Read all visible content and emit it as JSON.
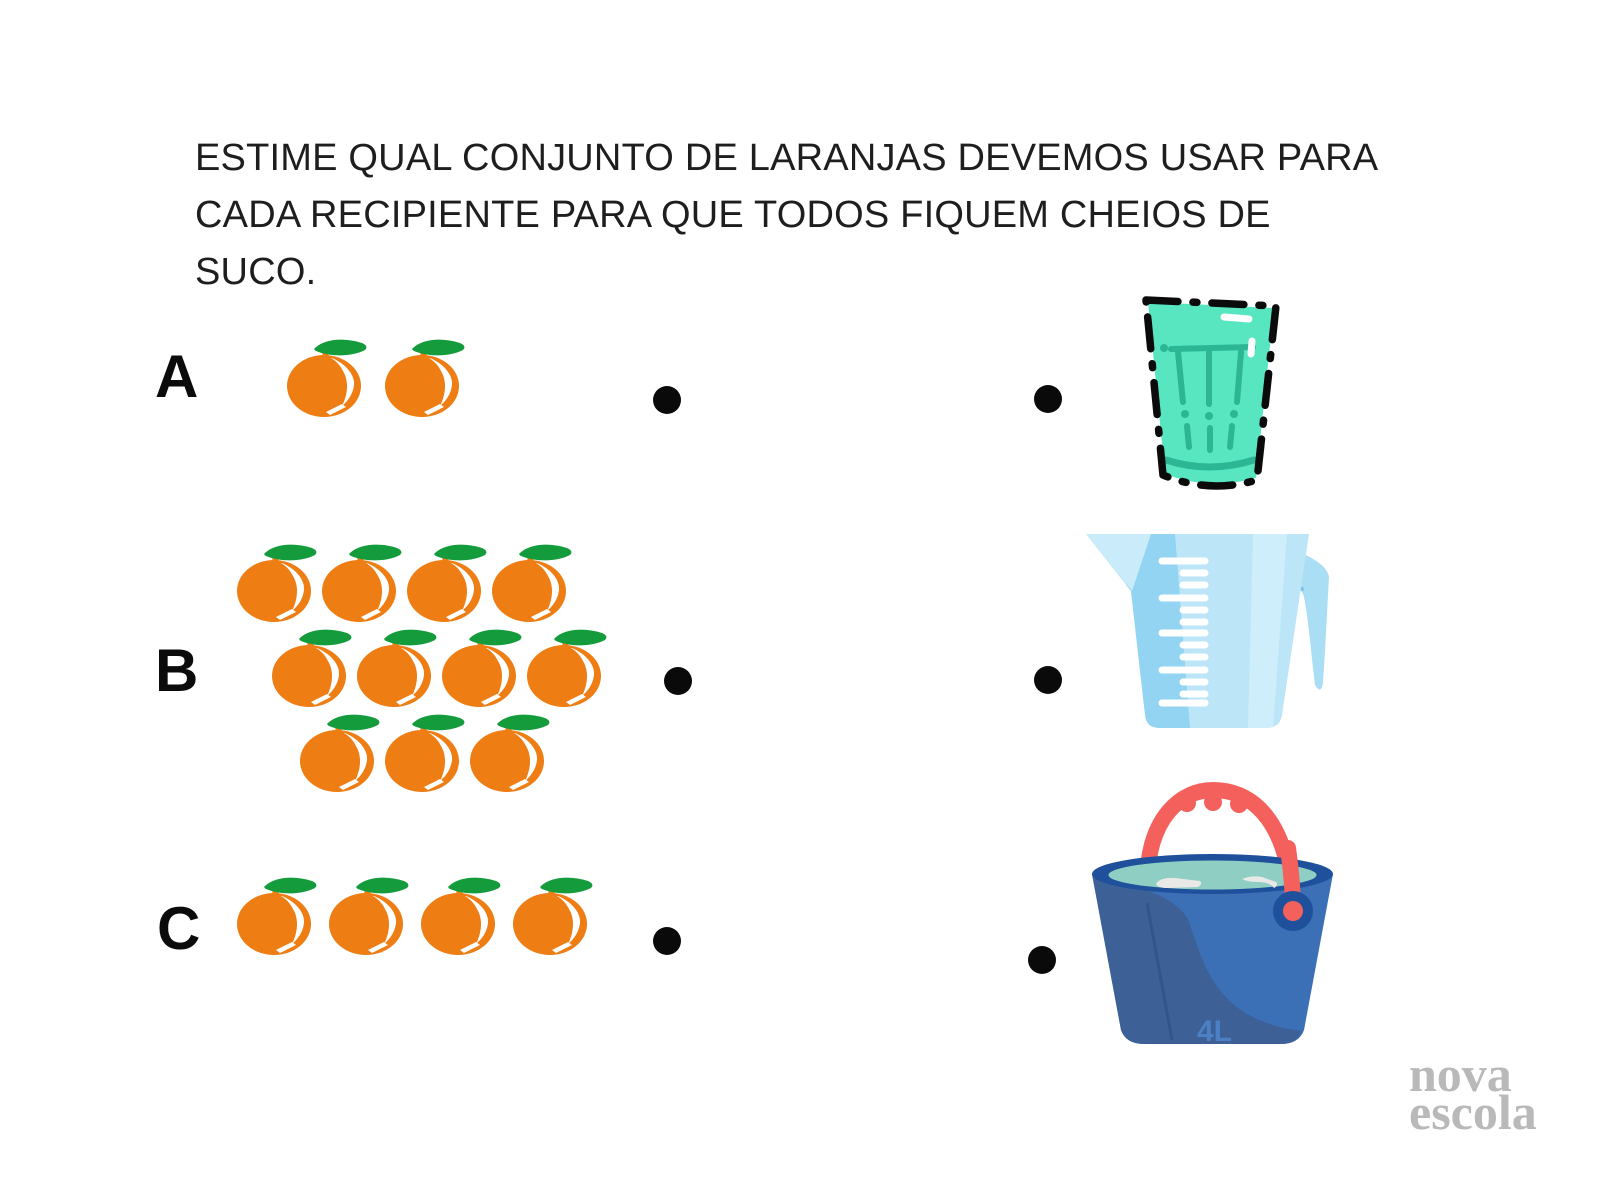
{
  "title": {
    "lines": [
      "ESTIME QUAL CONJUNTO DE LARANJAS DEVEMOS USAR PARA",
      "CADA RECIPIENTE PARA QUE TODOS FIQUEM CHEIOS DE",
      "SUCO."
    ]
  },
  "sets": {
    "a": {
      "label": "A",
      "orange_rows": [
        2
      ],
      "orange_count": 2
    },
    "b": {
      "label": "B",
      "orange_rows": [
        4,
        4,
        3
      ],
      "orange_count": 11
    },
    "c": {
      "label": "C",
      "orange_rows": [
        4
      ],
      "orange_count": 4
    }
  },
  "containers": {
    "glass": {
      "icon": "juice-glass-icon"
    },
    "jug": {
      "icon": "measuring-jug-icon"
    },
    "bucket": {
      "icon": "bucket-icon",
      "capacity_label": "4L"
    }
  },
  "icons": {
    "orange": "orange-fruit-icon",
    "match_dot": "match-dot"
  },
  "colors": {
    "orange": "#EE7D13",
    "leaf": "#149C3C",
    "glass_fill": "#57E6C0",
    "glass_line": "#2CB694",
    "jug_body": "#BCE6F8",
    "jug_shade": "#92D4F1",
    "jug_light": "#CFEEFB",
    "bucket_body": "#3B6FB6",
    "bucket_shade": "#3D6197",
    "bucket_rim": "#1E509C",
    "water": "#8FCEC2",
    "handle_red": "#F4615C",
    "capacity_text": "#4B80C4",
    "dot": "#0A0A0A",
    "title_text": "#1E1E1E",
    "logo_text": "#B9B9B9"
  },
  "logo": {
    "line1": "nova",
    "line2": "escola"
  }
}
